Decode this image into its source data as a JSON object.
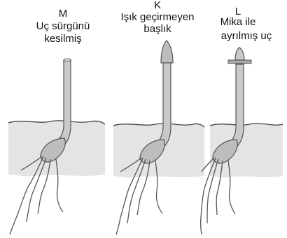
{
  "panels": [
    {
      "letter": "M",
      "line1": "Uç sürgünü",
      "line2": "kesilmiş"
    },
    {
      "letter": "K",
      "line1": "Işık geçirmeyen",
      "line2": "başlık"
    },
    {
      "letter": "L",
      "line1": "Mika ile",
      "line2": "ayrılmış uç"
    }
  ],
  "colors": {
    "stem_fill": "#c9c9c9",
    "stem_stroke": "#555555",
    "soil_fill": "#e4e4e4",
    "soil_stroke": "#444444",
    "root_stroke": "#555555"
  }
}
